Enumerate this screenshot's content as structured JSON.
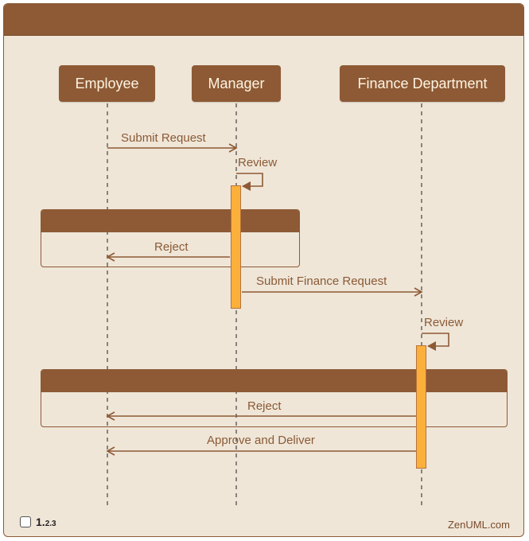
{
  "participants": [
    {
      "name": "Employee"
    },
    {
      "name": "Manager"
    },
    {
      "name": "Finance Department"
    }
  ],
  "messages": {
    "submit_request": "Submit Request",
    "review_1": "Review",
    "reject_1": "Reject",
    "submit_finance_request": "Submit Finance Request",
    "review_2": "Review",
    "reject_2": "Reject",
    "approve_and_deliver": "Approve and Deliver"
  },
  "footer": {
    "version_main": "1.",
    "version_small": "2.3",
    "brand": "ZenUML.com"
  },
  "colors": {
    "brand_brown": "#8d5a35",
    "background": "#efe6d8",
    "activation": "#fbb03b"
  }
}
